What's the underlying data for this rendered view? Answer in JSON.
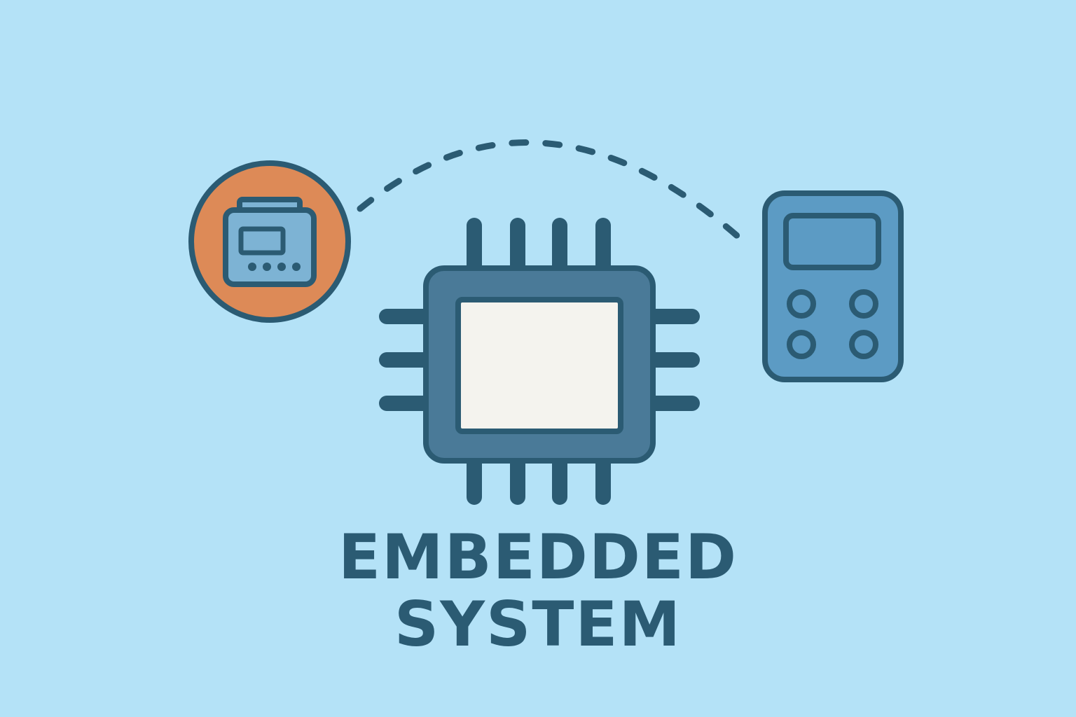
{
  "title": {
    "line1": "EMBEDDED",
    "line2": "SYSTEM"
  },
  "colors": {
    "background": "#B4E2F7",
    "outline": "#2B5B73",
    "chip_body": "#4A7A98",
    "chip_die": "#F4F3EE",
    "accent_orange": "#DD8A57",
    "device_fill": "#7DB3D4",
    "remote_fill": "#5C9BC4",
    "text": "#2B5B73"
  },
  "icons": {
    "chip": "microchip-icon",
    "left_device": "embedded-device-icon",
    "right_device": "keypad-device-icon",
    "link": "dashed-connection-arc"
  }
}
